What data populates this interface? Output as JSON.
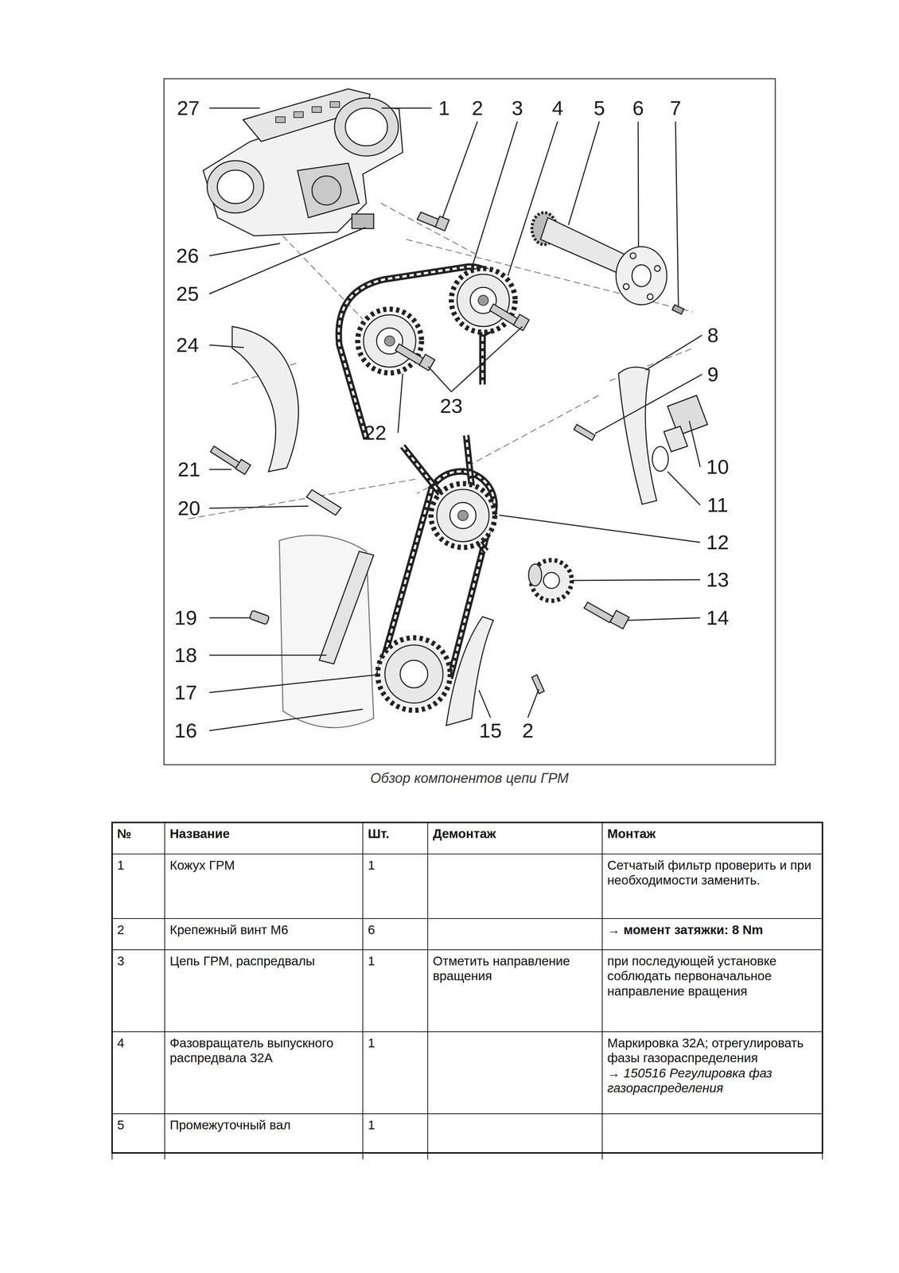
{
  "diagram": {
    "caption": "Обзор компонентов цепи ГРМ",
    "labels": [
      "27",
      "1",
      "2",
      "3",
      "4",
      "5",
      "6",
      "7",
      "26",
      "25",
      "24",
      "8",
      "9",
      "23",
      "22",
      "10",
      "21",
      "11",
      "20",
      "12",
      "13",
      "19",
      "14",
      "18",
      "17",
      "16",
      "15",
      "2",
      "№",
      "Название",
      "Шт.",
      "Демонтаж",
      "Монтаж",
      "1",
      "Кожух ГРМ",
      "1",
      "Сетчатый фильтр проверить и при необходимости заменить.",
      "2",
      "Крепежный винт M6",
      "6",
      "→ момент затяжки: 8 Nm",
      "3",
      "Цепь ГРМ, распредвалы",
      "1",
      "Отметить направление вращения",
      "при последующей установке соблюдать первоначальное направление вращения",
      "4",
      "Фазовращатель выпускного распредвала 32A",
      "1",
      "Маркировка 32A; отрегулировать фазы газораспределения",
      "→ 150516 Регулировка фаз газораспределения",
      "5",
      "Промежуточный вал",
      "1"
    ]
  }
}
